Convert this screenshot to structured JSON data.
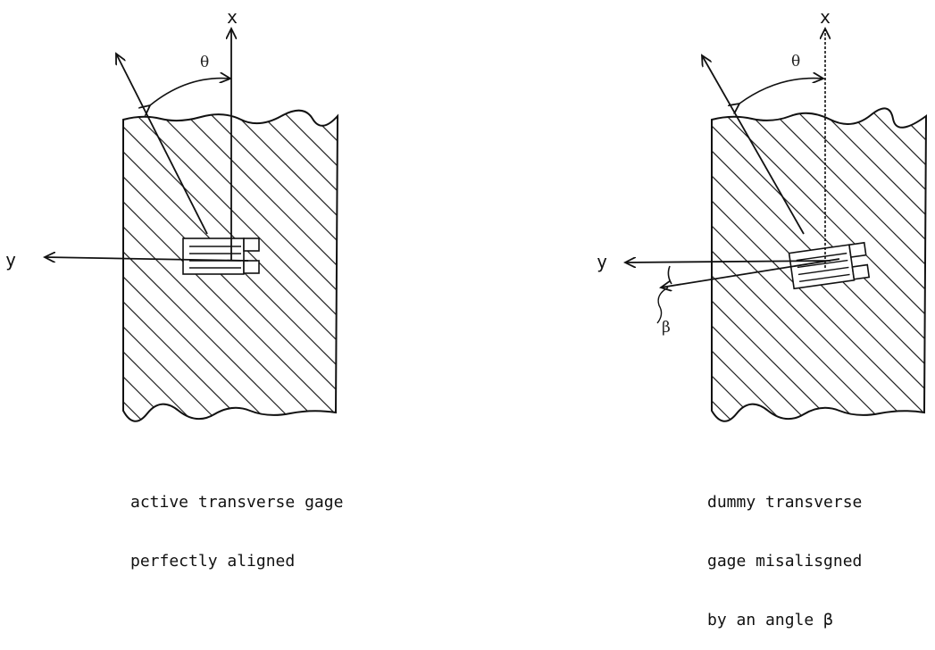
{
  "left_figure": {
    "x_axis_label": "x",
    "y_axis_label": "y",
    "angle_label": "θ",
    "caption_line1": "active transverse gage",
    "caption_line2": "perfectly aligned"
  },
  "right_figure": {
    "x_axis_label": "x",
    "y_axis_label": "y",
    "angle_label": "θ",
    "misalignment_label": "β",
    "caption_line1": "dummy transverse",
    "caption_line2": "gage misalisgned",
    "caption_line3": "by an angle β"
  },
  "colors": {
    "ink": "#111111",
    "background": "#ffffff"
  }
}
